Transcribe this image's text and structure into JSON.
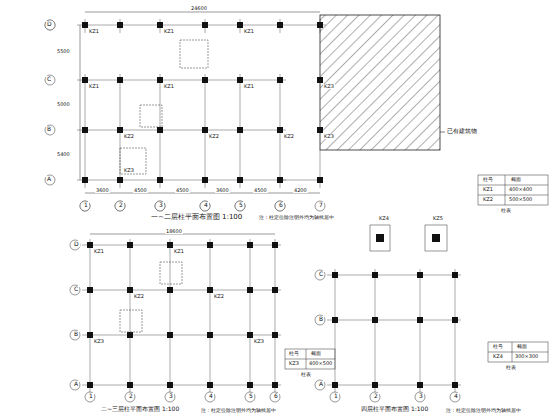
{
  "diagram": {
    "labels": [
      "一~二层柱平面布置图 1:100",
      "注：柱定位除注明外均为轴线居中",
      "已有建筑物",
      "二~三层柱平面布置图 1:100",
      "注：柱定位除注明外均为轴线居中",
      "四层柱平面布置图 1:100",
      "注：柱定位除注明外均为轴线居中",
      "1",
      "2",
      "3",
      "4",
      "5",
      "6",
      "7",
      "A",
      "B",
      "C",
      "D",
      "3600",
      "4500",
      "4500",
      "3600",
      "4500",
      "4200",
      "24600",
      "5400",
      "5000",
      "5500",
      "KZ1",
      "KZ1",
      "KZ1",
      "KZ1",
      "KZ1",
      "KZ1",
      "KZ2",
      "KZ2",
      "KZ2",
      "KZ3",
      "KZ3",
      "KZ3",
      "1",
      "2",
      "3",
      "4",
      "5",
      "6",
      "A",
      "B",
      "C",
      "D",
      "18600",
      "KZ1",
      "KZ1",
      "KZ2",
      "KZ2",
      "KZ3",
      "KZ3",
      "1",
      "2",
      "3",
      "4",
      "A",
      "B",
      "C",
      "KZ4",
      "KZ5",
      "柱号",
      "截面",
      "KZ1",
      "400×400",
      "KZ2",
      "500×500",
      "柱表",
      "柱号",
      "截面",
      "KZ3",
      "400×500",
      "柱表",
      "柱号",
      "截面",
      "KZ4",
      "300×300",
      "柱表"
    ]
  }
}
